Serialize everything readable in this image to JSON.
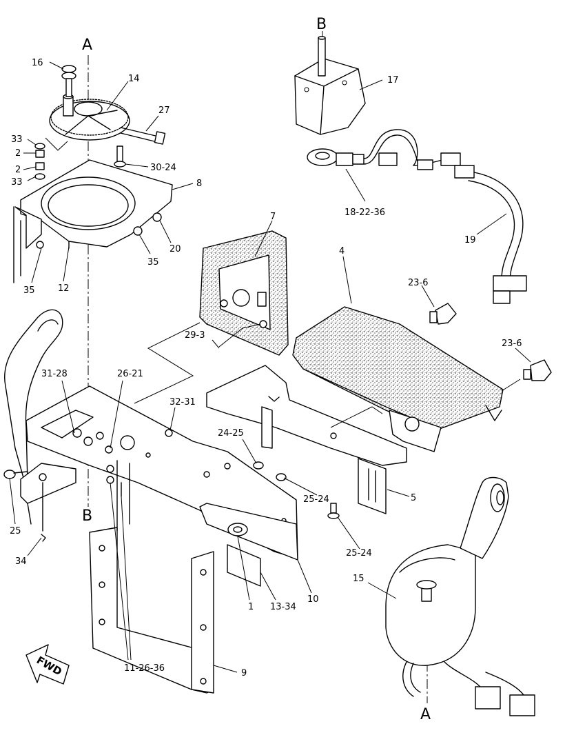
{
  "diagram": {
    "section_letters": {
      "top_a": "A",
      "top_b": "B",
      "mid_b": "B",
      "bottom_a": "A"
    },
    "direction_arrow": "FWD",
    "callouts": {
      "c16": "16",
      "c14": "14",
      "c27": "27",
      "c33a": "33",
      "c2a": "2",
      "c2b": "2",
      "c33b": "33",
      "c30_24": "30-24",
      "c8": "8",
      "c20": "20",
      "c35a": "35",
      "c35b": "35",
      "c12": "12",
      "c17": "17",
      "c18_22_36": "18-22-36",
      "c19": "19",
      "c7": "7",
      "c4": "4",
      "c23_6a": "23-6",
      "c23_6b": "23-6",
      "c29_3": "29-3",
      "c31_28": "31-28",
      "c26_21": "26-21",
      "c32_31": "32-31",
      "c24_25": "24-25",
      "c25_24a": "25-24",
      "c25_24b": "25-24",
      "c5": "5",
      "c25": "25",
      "c34": "34",
      "c1": "1",
      "c13_34": "13-34",
      "c10": "10",
      "c15": "15",
      "c11_26_36": "11-26-36",
      "c9": "9"
    }
  }
}
